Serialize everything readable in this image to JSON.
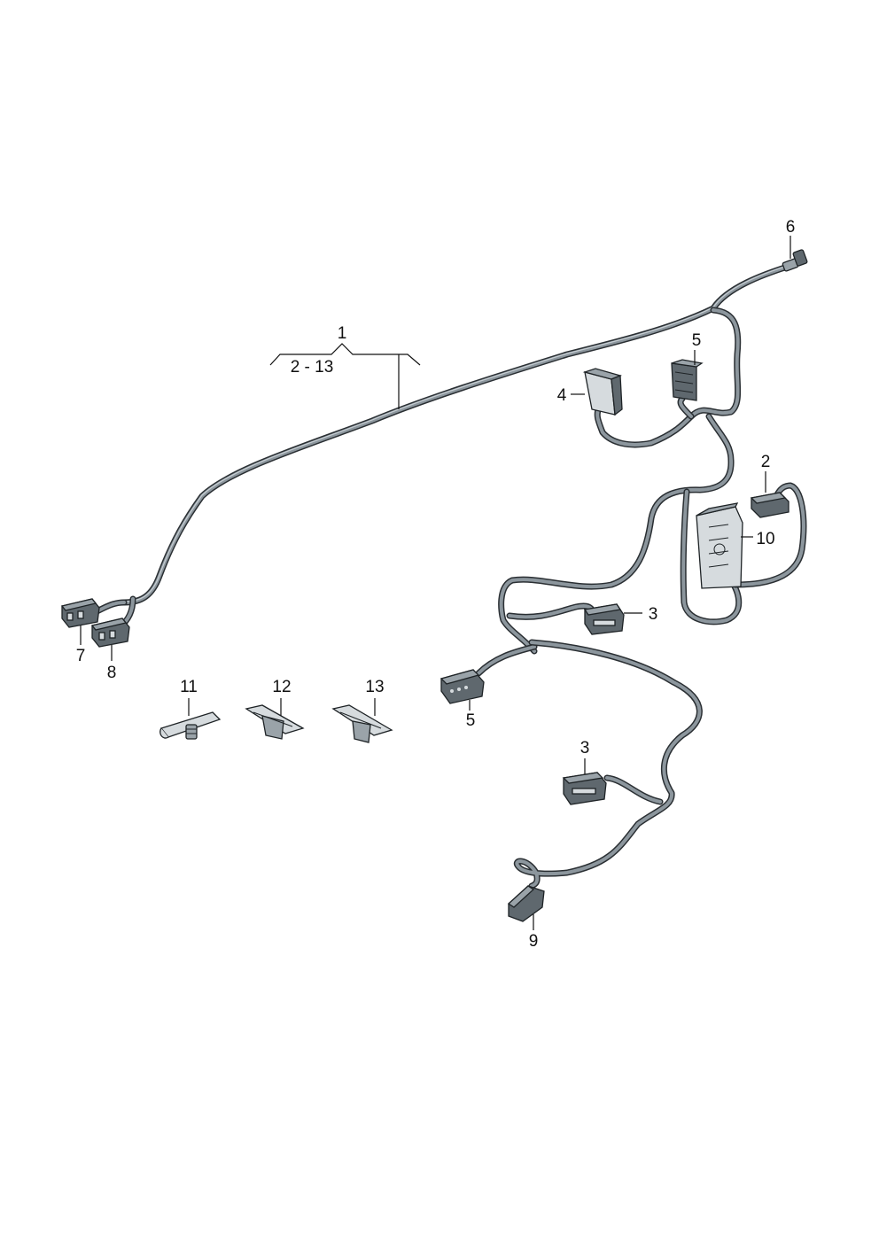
{
  "diagram": {
    "group_label_top": "1",
    "group_label_range": "2 - 13",
    "callouts": {
      "c1": "1",
      "c2": "2",
      "c3a": "3",
      "c3b": "3",
      "c4": "4",
      "c5a": "5",
      "c5b": "5",
      "c6": "6",
      "c7": "7",
      "c8": "8",
      "c9": "9",
      "c10": "10",
      "c11": "11",
      "c12": "12",
      "c13": "13"
    }
  }
}
